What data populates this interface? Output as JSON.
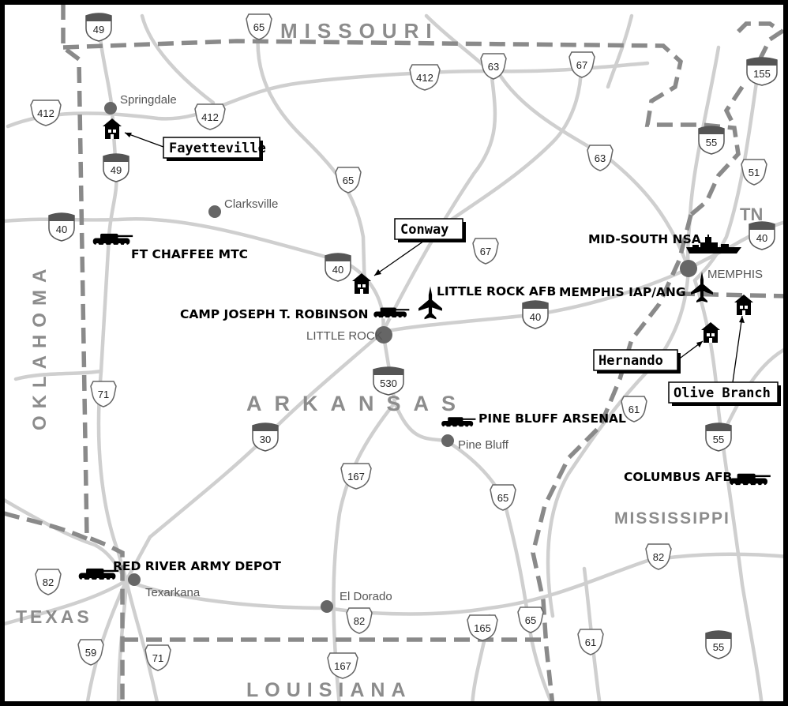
{
  "map": {
    "states": {
      "missouri": "MISSOURI",
      "arkansas": "ARKANSAS",
      "oklahoma": "OKLAHOMA",
      "texas": "TEXAS",
      "louisiana": "LOUISIANA",
      "mississippi": "MISSISSIPPI",
      "tn": "TN"
    },
    "cities": {
      "springdale": "Springdale",
      "clarksville": "Clarksville",
      "little_rock": "LITTLE ROCK",
      "memphis": "MEMPHIS",
      "pine_bluff": "Pine Bluff",
      "texarkana": "Texarkana",
      "el_dorado": "El Dorado"
    },
    "installations": {
      "ft_chaffee": "FT CHAFFEE MTC",
      "camp_robinson": "CAMP JOSEPH T. ROBINSON",
      "little_rock_afb": "LITTLE ROCK AFB",
      "mid_south_nsa": "MID-SOUTH NSA",
      "memphis_iap": "MEMPHIS IAP/ANG",
      "pine_bluff_arsenal": "PINE BLUFF ARSENAL",
      "columbus_afb": "COLUMBUS AFB",
      "red_river": "RED RIVER ARMY DEPOT"
    },
    "callouts": {
      "fayetteville": "Fayetteville",
      "conway": "Conway",
      "hernando": "Hernando",
      "olive_branch": "Olive Branch"
    },
    "interstates": {
      "i49_north": "49",
      "i49_south": "49",
      "i40_west": "40",
      "i40_central": "40",
      "i40_east": "40",
      "i40_tn": "40",
      "i530": "530",
      "i30": "30",
      "i55_north": "55",
      "i55_ms": "55",
      "i55_south": "55",
      "i155": "155"
    },
    "us_routes": {
      "us65_north": "65",
      "us412_west": "412",
      "us412_central": "412",
      "us412_east": "412",
      "us63_north": "63",
      "us67_north": "67",
      "us63_east": "63",
      "us51": "51",
      "us65_mid": "65",
      "us67_mid": "67",
      "us71": "71",
      "us61_ms": "61",
      "us167_mid": "167",
      "us65_south": "65",
      "us82_west": "82",
      "us82_east": "82",
      "us82_ms": "82",
      "us59": "59",
      "us71_south": "71",
      "us165": "165",
      "us65_se": "65",
      "us61_south": "61",
      "us167_south": "167"
    }
  }
}
